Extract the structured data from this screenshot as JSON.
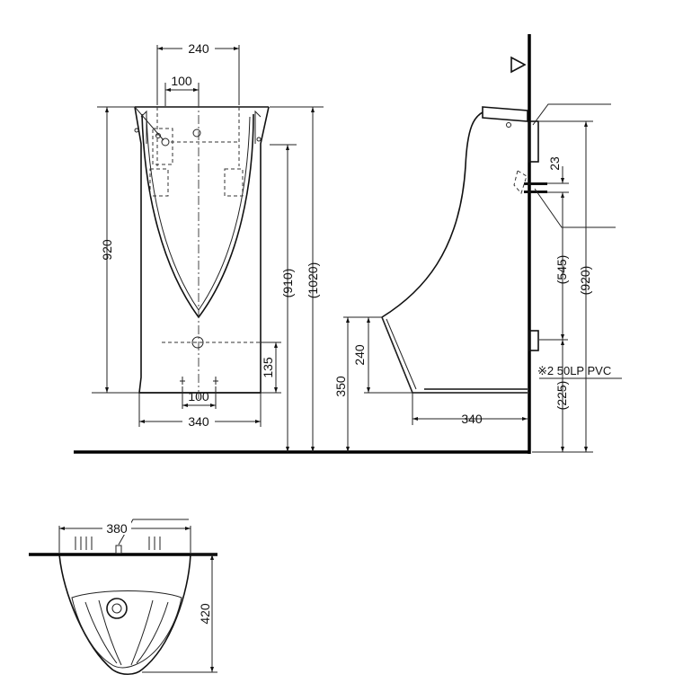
{
  "front_view": {
    "dims": {
      "top_width": "240",
      "inlet_spacing": "100",
      "height_body": "920",
      "height_inlet": "(910)",
      "height_total": "(1020)",
      "floor_outlet": "135",
      "bottom_spacing": "100",
      "base_width": "340"
    }
  },
  "side_view": {
    "dims": {
      "feed_gap": "23",
      "height_feed": "(545)",
      "height_top": "(920)",
      "lip_height": "240",
      "rim_height": "350",
      "depth": "340",
      "drain_height": "(225)"
    },
    "drain_note": "※2 50LP  PVC"
  },
  "top_view": {
    "dims": {
      "width": "380",
      "depth": "420"
    }
  }
}
